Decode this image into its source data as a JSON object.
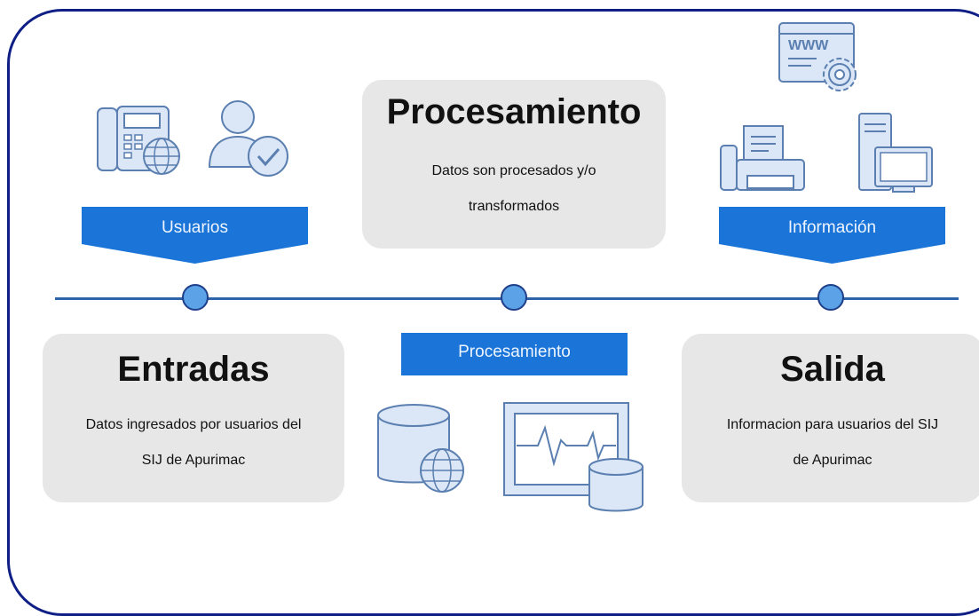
{
  "stages": {
    "entradas": {
      "title": "Entradas",
      "desc_line1": "Datos ingresados por usuarios del",
      "desc_line2": "SIJ de Apurimac",
      "banner": "Usuarios"
    },
    "procesamiento": {
      "title": "Procesamiento",
      "desc_line1": "Datos son procesados y/o",
      "desc_line2": "transformados",
      "banner": "Procesamiento"
    },
    "salida": {
      "title": "Salida",
      "desc_line1": "Informacion para usuarios del SIJ",
      "desc_line2": "de Apurimac",
      "banner": "Información"
    }
  },
  "icons": {
    "www": "WWW"
  },
  "colors": {
    "frame": "#0f1f86",
    "banner": "#1b74d8",
    "card": "#e7e7e7",
    "timeline": "#2d63a8",
    "node": "#5ba3e6",
    "icon_fill": "#dbe7f6",
    "icon_stroke": "#5a7fb0"
  }
}
